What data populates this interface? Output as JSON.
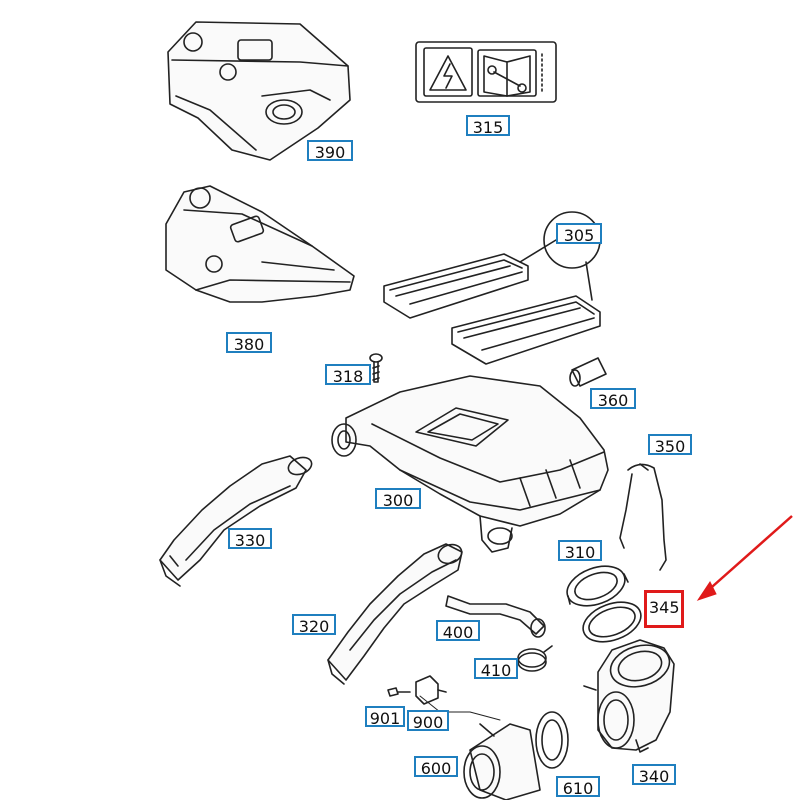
{
  "diagram": {
    "callouts": {
      "c390": "390",
      "c315": "315",
      "c305": "305",
      "c380": "380",
      "c318": "318",
      "c360": "360",
      "c350": "350",
      "c300": "300",
      "c330": "330",
      "c310": "310",
      "c345": "345",
      "c320": "320",
      "c400": "400",
      "c410": "410",
      "c901": "901",
      "c900": "900",
      "c600": "600",
      "c610": "610",
      "c340": "340"
    },
    "highlighted_part": "345",
    "colors": {
      "label_border": "#1f7fbf",
      "highlight": "#e01a1a",
      "line": "#222222"
    }
  }
}
